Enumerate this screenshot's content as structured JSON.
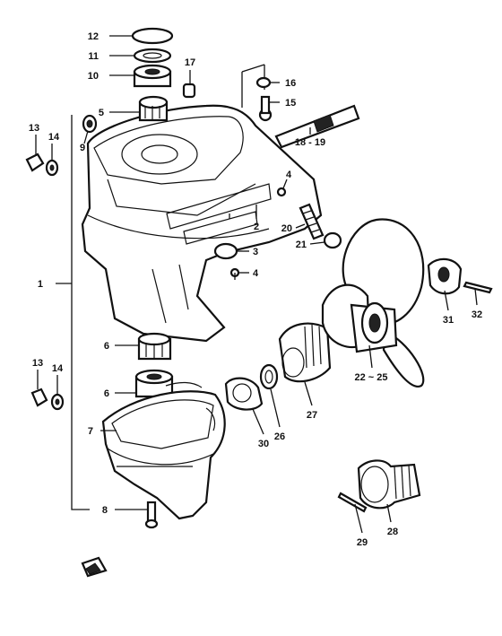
{
  "callouts": {
    "c1": "1",
    "c2": "2",
    "c3": "3",
    "c4": "4",
    "c5": "5",
    "c6a": "6",
    "c6b": "6",
    "c7": "7",
    "c8": "8",
    "c9": "9",
    "c10": "10",
    "c11": "11",
    "c12": "12",
    "c13a": "13",
    "c13b": "13",
    "c14a": "14",
    "c14b": "14",
    "c15": "15",
    "c16": "16",
    "c17": "17",
    "c18_19": "18 - 19",
    "c20": "20",
    "c21": "21",
    "c22_25": "22 ~ 25",
    "c26": "26",
    "c27": "27",
    "c28": "28",
    "c29": "29",
    "c30": "30",
    "c31": "31",
    "c32": "32",
    "c4b": "4"
  },
  "icons": {
    "front_mark": "front-direction-icon"
  }
}
